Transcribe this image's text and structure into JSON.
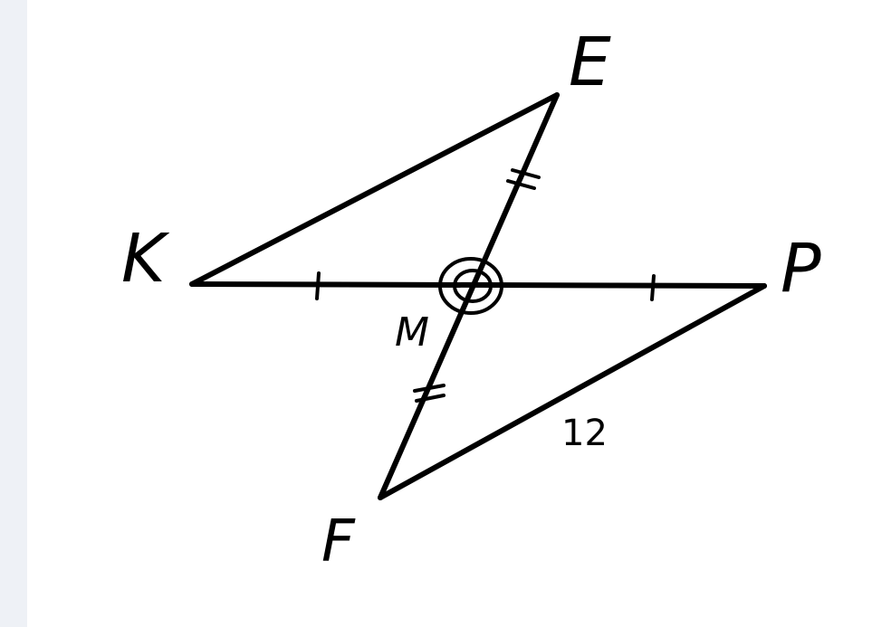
{
  "points": {
    "K": "K",
    "E": "E",
    "P": "P",
    "F": "F",
    "M": "M"
  },
  "side_label": "12",
  "colors": {
    "ink": "#000000",
    "background": "#ffffff",
    "left_strip": "#eef1f6"
  }
}
